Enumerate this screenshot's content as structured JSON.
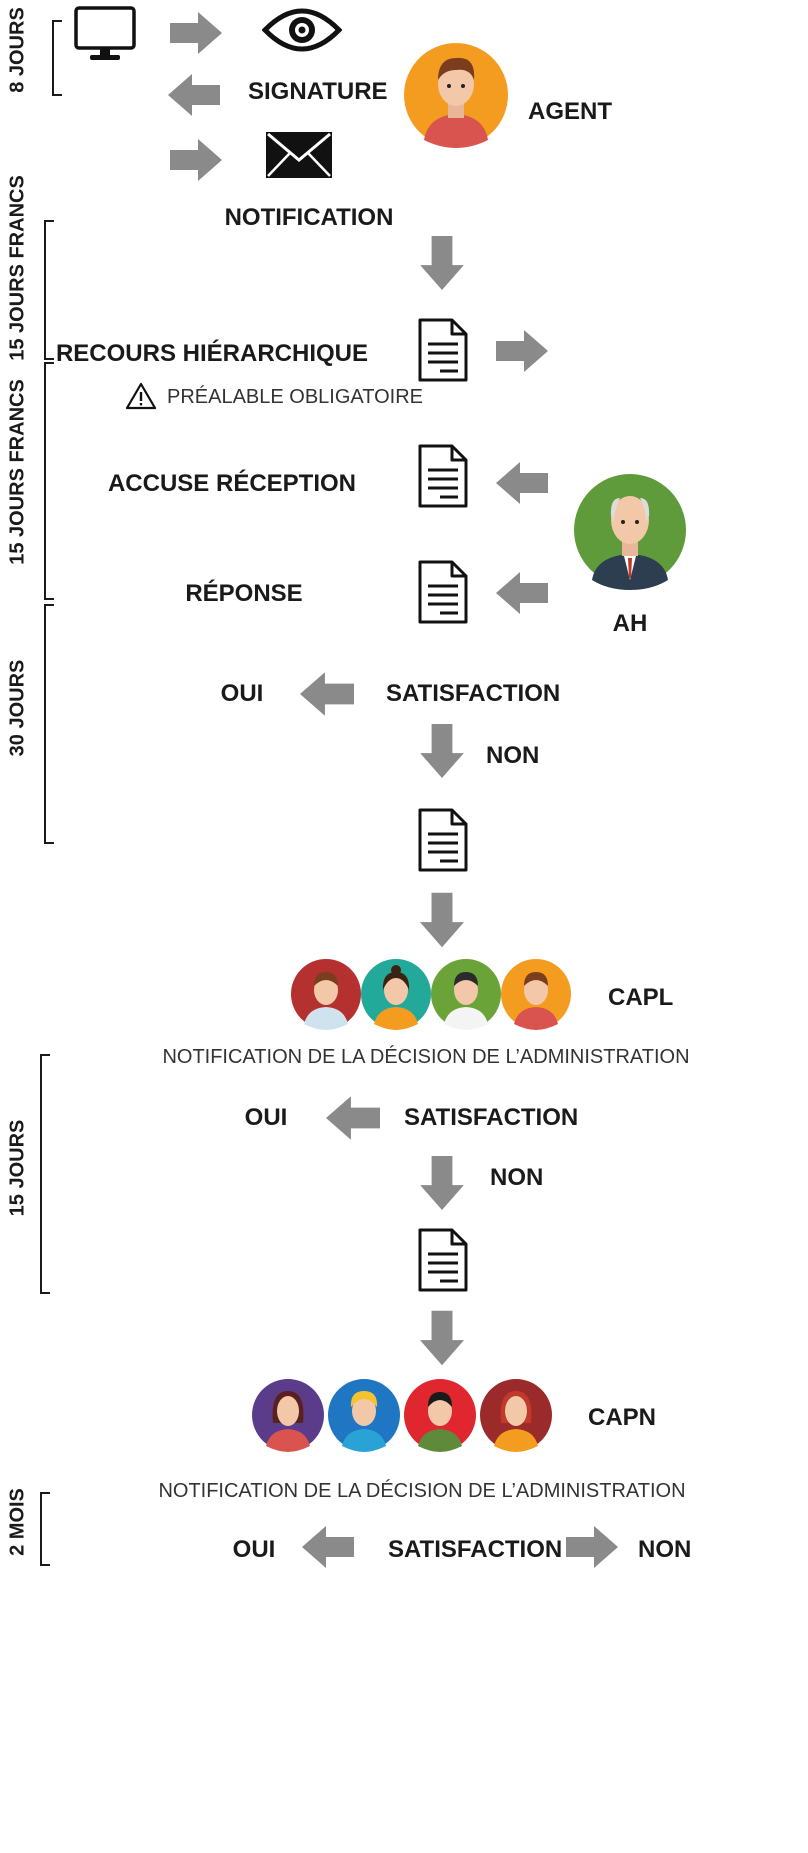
{
  "colors": {
    "arrow": "#8a8a8a",
    "text": "#1a1a1a",
    "agent_bg": "#f39c1f",
    "ah_bg": "#5f9b3a",
    "capl": [
      "#b5312f",
      "#23a99a",
      "#6aa338",
      "#f39c1f"
    ],
    "capn": [
      "#5a3c8a",
      "#1f77c4",
      "#e0262e",
      "#9b2a2a"
    ]
  },
  "durations": {
    "d1": "8 JOURS",
    "d2": "15 JOURS FRANCS",
    "d3": "15 JOURS FRANCS",
    "d4": "30 JOURS",
    "d5": "15 JOURS",
    "d6": "2 MOIS"
  },
  "labels": {
    "signature": "SIGNATURE",
    "agent": "AGENT",
    "notification": "NOTIFICATION",
    "recours": "RECOURS HIÉRARCHIQUE",
    "prealable": "PRÉALABLE OBLIGATOIRE",
    "accuse": "ACCUSE RÉCEPTION",
    "reponse": "RÉPONSE",
    "ah": "AH",
    "oui1": "OUI",
    "satisfaction1": "SATISFACTION",
    "non1": "NON",
    "capl": "CAPL",
    "notif_decision1": "NOTIFICATION DE LA DÉCISION DE L’ADMINISTRATION",
    "oui2": "OUI",
    "satisfaction2": "SATISFACTION",
    "non2": "NON",
    "capn": "CAPN",
    "notif_decision2": "NOTIFICATION DE LA DÉCISION DE L’ADMINISTRATION",
    "oui3": "OUI",
    "satisfaction3": "SATISFACTION",
    "non3": "NON"
  },
  "icons": [
    "monitor-icon",
    "eye-icon",
    "envelope-icon",
    "document-icon",
    "warning-icon",
    "person-avatar-icon",
    "arrow-icon"
  ]
}
